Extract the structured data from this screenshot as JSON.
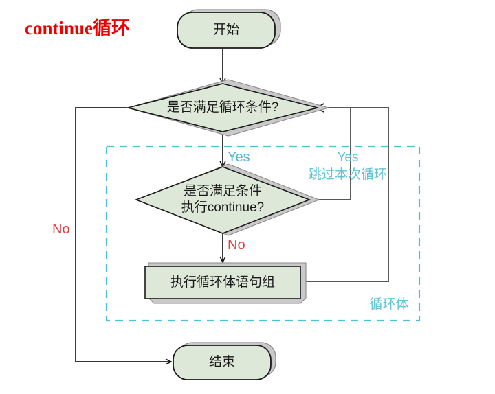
{
  "diagram": {
    "title": "continue循环",
    "title_color": "#ee0000",
    "node_fill": "#dde8d8",
    "node_stroke": "#1a1a1a",
    "shadow_fill": "#c9c9c9",
    "accent_teal": "#62c3d4",
    "accent_red": "#e0393e",
    "nodes": {
      "start": {
        "label": "开始",
        "shape": "rounded-terminator"
      },
      "cond_loop": {
        "label": "是否满足循环条件?",
        "shape": "decision"
      },
      "cond_continue_line1": "是否满足条件",
      "cond_continue_line2": "执行continue?",
      "body": {
        "label": "执行循环体语句组",
        "shape": "process"
      },
      "end": {
        "label": "结束",
        "shape": "rounded-terminator"
      }
    },
    "edge_labels": {
      "loop_yes": "Yes",
      "loop_no": "No",
      "continue_no": "No",
      "continue_yes": "Yes",
      "skip_iteration": "跳过本次循环"
    },
    "region_label": "循环体"
  }
}
